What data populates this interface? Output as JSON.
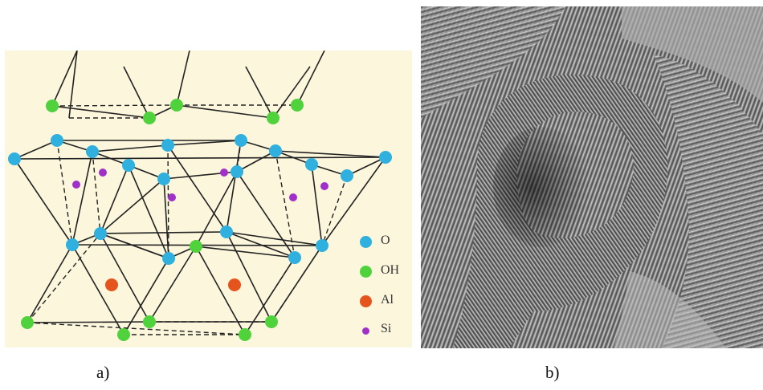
{
  "panel_a": {
    "caption": "a)",
    "legend": [
      {
        "label": "O",
        "color": "#2fb0df",
        "icon": "blue-circle"
      },
      {
        "label": "OH",
        "color": "#4fd23c",
        "icon": "green-circle"
      },
      {
        "label": "Al",
        "color": "#e4541c",
        "icon": "orange-circle"
      },
      {
        "label": "Si",
        "color": "#a030c8",
        "icon": "purple-circle"
      }
    ]
  },
  "panel_b": {
    "caption": "b)",
    "image": "scanning-electron-micrograph-of-layered-platelets"
  }
}
